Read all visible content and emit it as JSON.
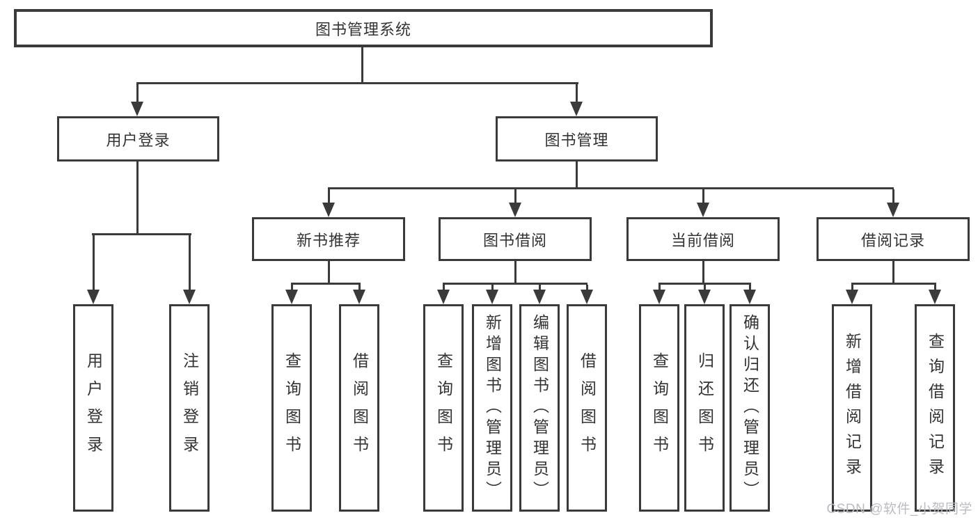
{
  "diagram": {
    "root": {
      "label": "图书管理系统"
    },
    "level2": [
      {
        "label": "用户登录"
      },
      {
        "label": "图书管理"
      }
    ],
    "level3": [
      {
        "label": "新书推荐"
      },
      {
        "label": "图书借阅"
      },
      {
        "label": "当前借阅"
      },
      {
        "label": "借阅记录"
      }
    ],
    "leaves": [
      {
        "label": "用户登录"
      },
      {
        "label": "注销登录"
      },
      {
        "label": "查询图书"
      },
      {
        "label": "借阅图书"
      },
      {
        "label": "查询图书"
      },
      {
        "label": "新增图书（管理员）"
      },
      {
        "label": "编辑图书（管理员）"
      },
      {
        "label": "借阅图书"
      },
      {
        "label": "查询图书"
      },
      {
        "label": "归还图书"
      },
      {
        "label": "确认归还（管理员）"
      },
      {
        "label": "新增借阅记录"
      },
      {
        "label": "查询借阅记录"
      }
    ]
  },
  "watermark": {
    "text": "CSDN @软件_小贺同学"
  },
  "colors": {
    "line": "#3a3a3a",
    "text": "#333333",
    "wm": "#b9bdc3",
    "bg": "#ffffff"
  }
}
